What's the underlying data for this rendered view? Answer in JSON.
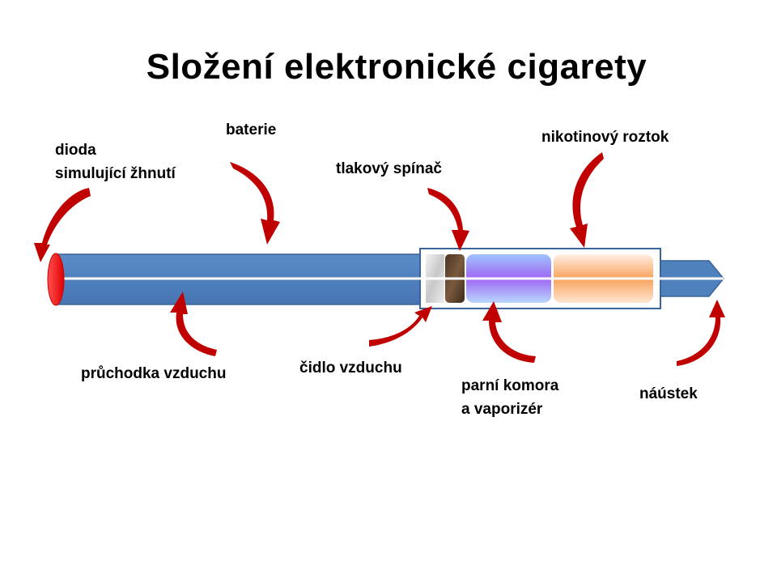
{
  "title": "Složení elektronické cigarety",
  "labels": {
    "dioda_line1": "dioda",
    "dioda_line2": "simulující žhnutí",
    "baterie": "baterie",
    "tlakovy_spinac": "tlakový spínač",
    "nikotinovy_roztok": "nikotinový roztok",
    "pruchodka": "průchodka vzduchu",
    "cidlo": "čidlo vzduchu",
    "parni_line1": "parní komora",
    "parni_line2": "a vaporizér",
    "naustek": "náústek"
  },
  "colors": {
    "tube": "#4F81BD",
    "tube_stroke": "#3A649A",
    "arrow": "#C00000",
    "diode": "#FF0000",
    "chamber": "#A98BF5",
    "solution": "#FBB070"
  }
}
